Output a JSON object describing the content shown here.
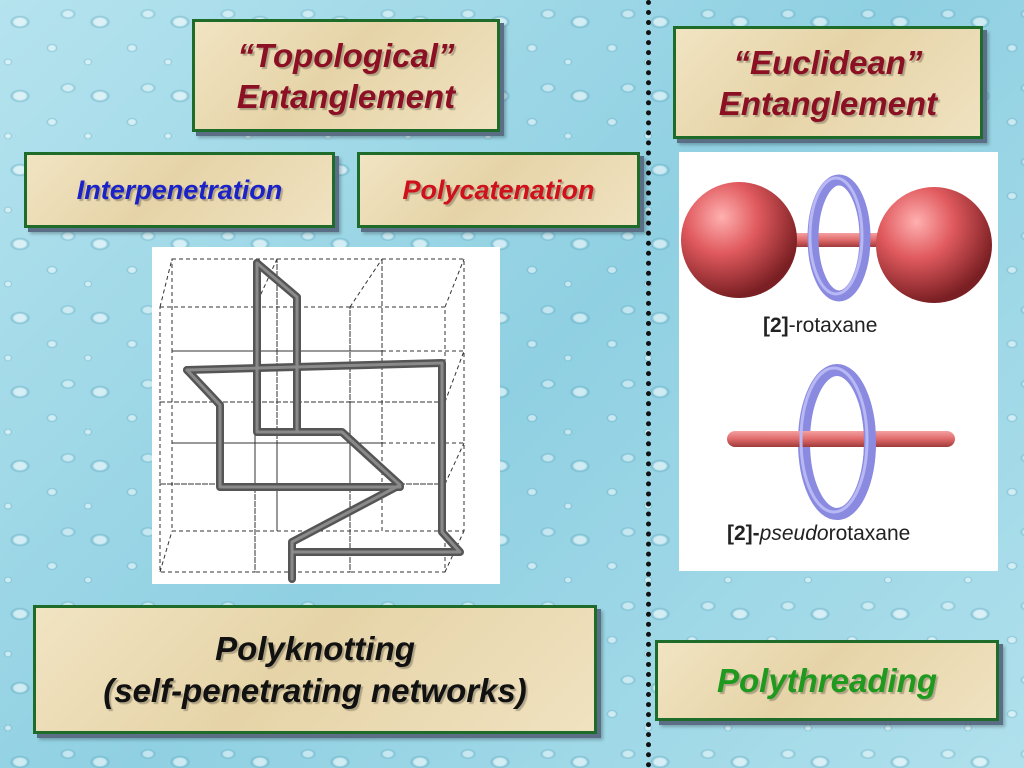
{
  "topological_title": {
    "line1": "“Topological”",
    "line2": "Entanglement"
  },
  "euclidean_title": {
    "line1": "“Euclidean”",
    "line2": "Entanglement"
  },
  "interpenetration_label": "Interpenetration",
  "polycatenation_label": "Polycatenation",
  "polyknotting": {
    "line1": "Polyknotting",
    "line2": "(self-penetrating networks)"
  },
  "polythreading_label": "Polythreading",
  "rotaxane_caption": {
    "prefix": "[2]",
    "suffix": "-rotaxane"
  },
  "pseudorotaxane_caption": {
    "prefix": "[2]-",
    "italic": "pseudo",
    "suffix": "rotaxane"
  },
  "colors": {
    "box_border": "#1f6b2a",
    "title_text": "#8b1024",
    "interpenetration_text": "#1a22c8",
    "polycatenation_text": "#d0101a",
    "polythreading_text": "#1f9a1f",
    "sphere": "#e05a5e",
    "ring": "#8888e0",
    "axle": "#e07070",
    "divider": "#111111"
  }
}
